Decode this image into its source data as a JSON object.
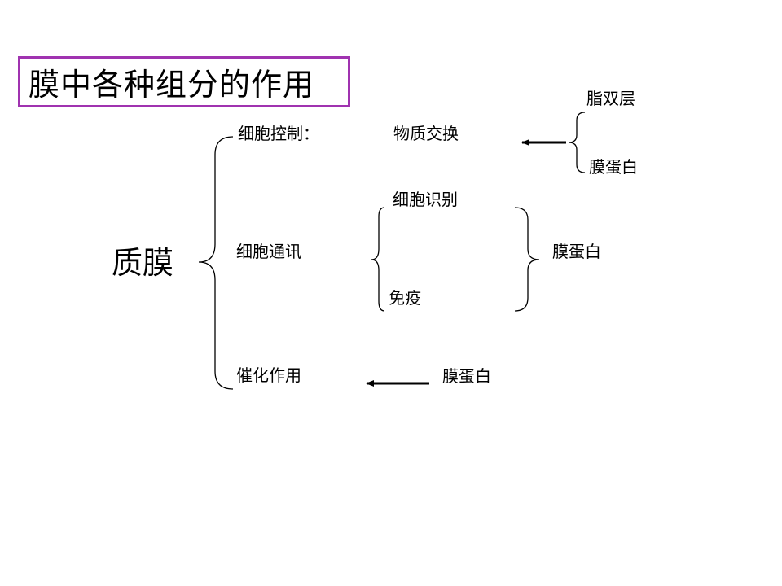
{
  "title": "膜中各种组分的作用",
  "root": "质膜",
  "functions": {
    "control": "细胞控制：",
    "communication": "细胞通讯",
    "catalysis": "催化作用"
  },
  "control_detail": {
    "exchange": "物质交换",
    "lipid_bilayer": "脂双层",
    "membrane_protein": "膜蛋白"
  },
  "communication_detail": {
    "recognition": "细胞识别",
    "immunity": "免疫",
    "membrane_protein": "膜蛋白"
  },
  "catalysis_detail": {
    "membrane_protein": "膜蛋白"
  },
  "colors": {
    "title_border": "#a033b0"
  }
}
